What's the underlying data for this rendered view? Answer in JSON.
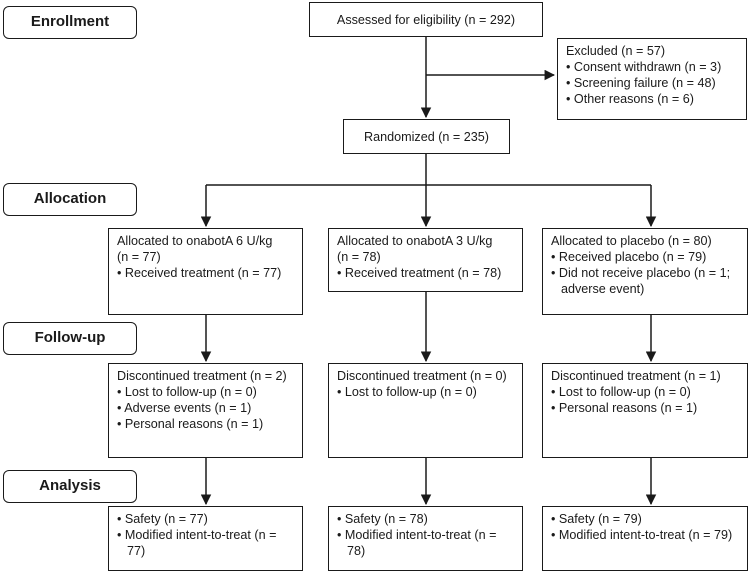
{
  "stages": {
    "enrollment": "Enrollment",
    "allocation": "Allocation",
    "follow_up": "Follow-up",
    "analysis": "Analysis"
  },
  "assessed": "Assessed for eligibility (n = 292)",
  "excluded": {
    "title": "Excluded (n = 57)",
    "items": [
      "• Consent withdrawn (n = 3)",
      "• Screening failure (n = 48)",
      "• Other reasons (n = 6)"
    ]
  },
  "randomized": "Randomized (n = 235)",
  "allocation": [
    {
      "lines": [
        "Allocated to onabotA 6 U/kg",
        "(n = 77)"
      ],
      "items": [
        "• Received treatment (n = 77)"
      ]
    },
    {
      "lines": [
        "Allocated to onabotA 3 U/kg",
        "(n = 78)"
      ],
      "items": [
        "• Received treatment (n = 78)"
      ]
    },
    {
      "lines": [
        "Allocated to placebo (n = 80)"
      ],
      "items": [
        "• Received placebo (n = 79)",
        "• Did not receive placebo (n = 1; adverse event)"
      ]
    }
  ],
  "follow_up": [
    {
      "lines": [
        "Discontinued treatment (n = 2)"
      ],
      "items": [
        "• Lost to follow-up (n = 0)",
        "• Adverse events (n = 1)",
        "• Personal reasons (n = 1)"
      ]
    },
    {
      "lines": [
        "Discontinued treatment (n = 0)"
      ],
      "items": [
        "• Lost to follow-up (n = 0)"
      ]
    },
    {
      "lines": [
        "Discontinued treatment (n = 1)"
      ],
      "items": [
        "• Lost to follow-up (n = 0)",
        "• Personal reasons (n = 1)"
      ]
    }
  ],
  "analysis": [
    {
      "items": [
        "• Safety (n = 77)",
        "• Modified intent-to-treat (n = 77)"
      ]
    },
    {
      "items": [
        "• Safety (n = 78)",
        "• Modified intent-to-treat (n = 78)"
      ]
    },
    {
      "items": [
        "• Safety (n = 79)",
        "• Modified intent-to-treat (n = 79)"
      ]
    }
  ]
}
